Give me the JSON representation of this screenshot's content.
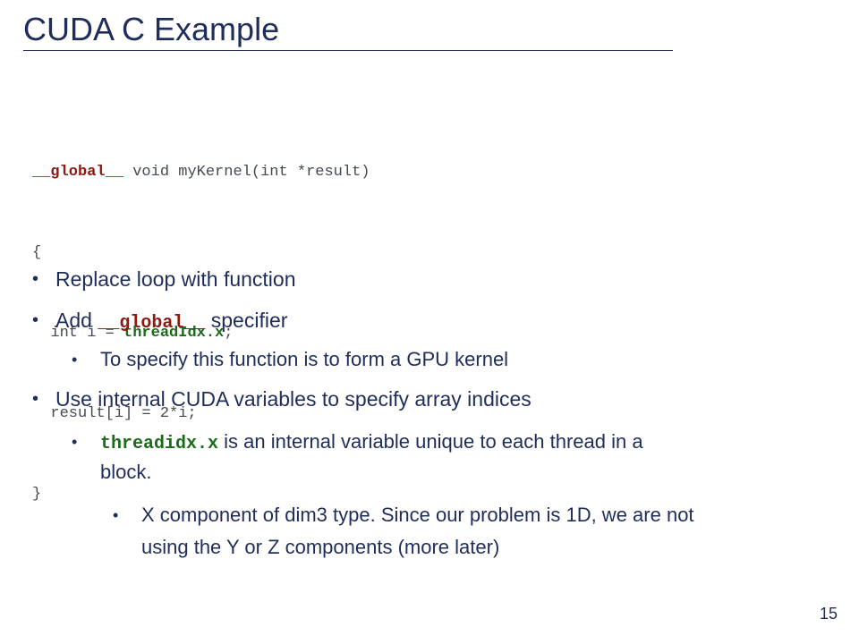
{
  "slide": {
    "title": "CUDA C Example",
    "page_number": "15"
  },
  "code": {
    "l1_kw": "__global__",
    "l1_rest": " void myKernel(int *result)",
    "l2": "{",
    "l3_a": "  int i = ",
    "l3_kw": "threadIdx.x",
    "l3_b": ";",
    "l4": "  result[i] = 2*i;",
    "l5": "}"
  },
  "bullets": {
    "b1": "Replace loop with function",
    "b2_a": "Add ",
    "b2_code": "__global__",
    "b2_b": " specifier",
    "b3": "To specify this function is to form a GPU kernel",
    "b4": "Use internal CUDA variables to specify array indices",
    "b5_code": "threadidx.x",
    "b5_a": " is an internal variable unique to each thread in a",
    "b5_b": "block.",
    "b6_a": "X component of dim3 type. Since our problem is 1D, we are not",
    "b6_b": "using the Y or Z components (more later)"
  }
}
